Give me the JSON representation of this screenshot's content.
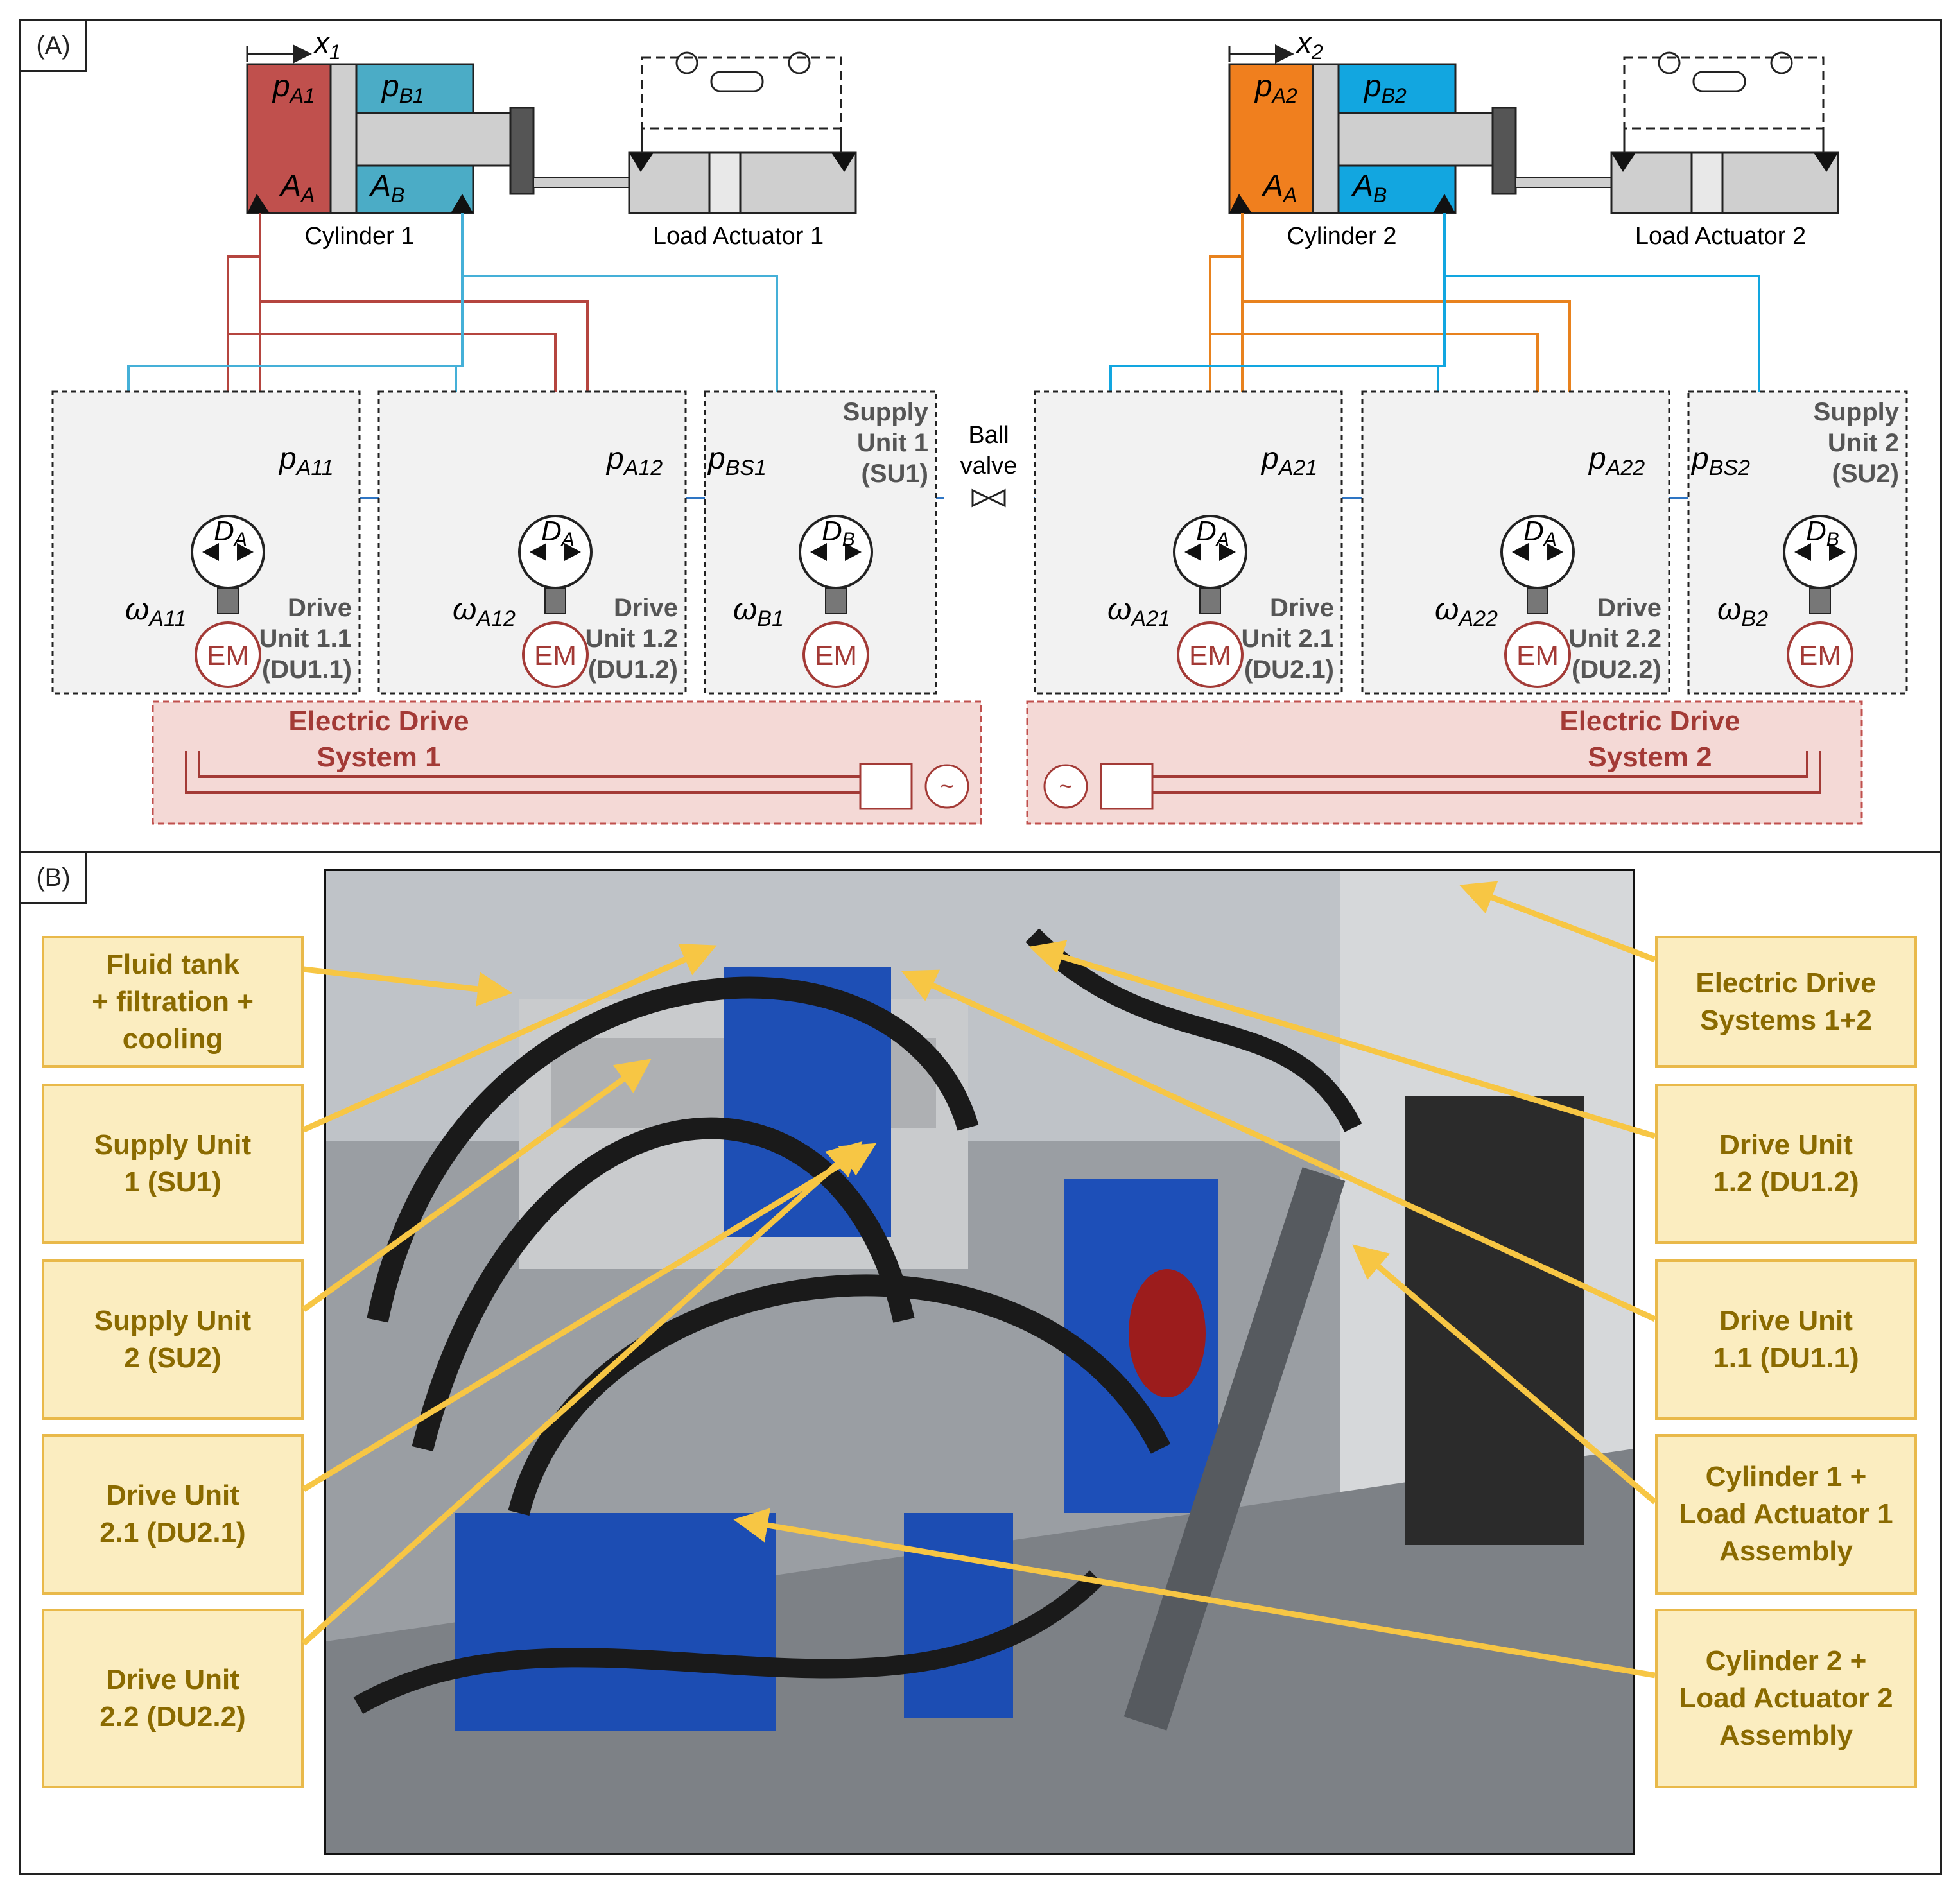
{
  "panels": {
    "a_tag": "(A)",
    "b_tag": "(B)"
  },
  "cylinder1": {
    "x": "x",
    "x_sub": "1",
    "pA": "p",
    "pA_sub": "A1",
    "pB": "p",
    "pB_sub": "B1",
    "AA": "A",
    "AA_sub": "A",
    "AB": "A",
    "AB_sub": "B",
    "label": "Cylinder 1",
    "load_label": "Load Actuator 1"
  },
  "cylinder2": {
    "x": "x",
    "x_sub": "2",
    "pA": "p",
    "pA_sub": "A2",
    "pB": "p",
    "pB_sub": "B2",
    "AA": "A",
    "AA_sub": "A",
    "AB": "A",
    "AB_sub": "B",
    "label": "Cylinder 2",
    "load_label": "Load Actuator 2"
  },
  "units": [
    {
      "p": "p",
      "p_sub": "A11",
      "w": "ω",
      "w_sub": "A11",
      "D": "D",
      "D_sub": "A",
      "name": [
        "Drive",
        "Unit 1.1",
        "(DU1.1)"
      ]
    },
    {
      "p": "p",
      "p_sub": "A12",
      "w": "ω",
      "w_sub": "A12",
      "D": "D",
      "D_sub": "A",
      "name": [
        "Drive",
        "Unit 1.2",
        "(DU1.2)"
      ]
    },
    {
      "p": "p",
      "p_sub": "BS1",
      "w": "ω",
      "w_sub": "B1",
      "D": "D",
      "D_sub": "B",
      "name": [
        "Supply",
        "Unit 1",
        "(SU1)"
      ]
    },
    {
      "p": "p",
      "p_sub": "A21",
      "w": "ω",
      "w_sub": "A21",
      "D": "D",
      "D_sub": "A",
      "name": [
        "Drive",
        "Unit 2.1",
        "(DU2.1)"
      ]
    },
    {
      "p": "p",
      "p_sub": "A22",
      "w": "ω",
      "w_sub": "A22",
      "D": "D",
      "D_sub": "A",
      "name": [
        "Drive",
        "Unit 2.2",
        "(DU2.2)"
      ]
    },
    {
      "p": "p",
      "p_sub": "BS2",
      "w": "ω",
      "w_sub": "B2",
      "D": "D",
      "D_sub": "B",
      "name": [
        "Supply",
        "Unit 2",
        "(SU2)"
      ]
    }
  ],
  "em_label": "EM",
  "ball_valve": [
    "Ball",
    "valve"
  ],
  "eds1": [
    "Electric Drive",
    "System 1"
  ],
  "eds2": [
    "Electric Drive",
    "System 2"
  ],
  "callouts_left": [
    "Fluid tank\n+ filtration +\ncooling",
    "Supply Unit\n1 (SU1)",
    "Supply Unit\n2 (SU2)",
    "Drive Unit\n2.1 (DU2.1)",
    "Drive Unit\n2.2 (DU2.2)"
  ],
  "callouts_right": [
    "Electric Drive\nSystems 1+2",
    "Drive Unit\n1.2 (DU1.2)",
    "Drive Unit\n1.1 (DU1.1)",
    "Cylinder 1 +\nLoad Actuator 1\nAssembly",
    "Cylinder 2 +\nLoad Actuator 2\nAssembly"
  ],
  "colors": {
    "cyl1_a": "#c0504d",
    "cyl1_b": "#4bacc6",
    "cyl2_a": "#f07f1e",
    "cyl2_b": "#12a6e0",
    "line_blue": "#2e75c4",
    "line_cyan": "#45b0d8",
    "line_red": "#b5453f",
    "line_orange": "#e8821e",
    "purple": "#7030a0",
    "magenta": "#cc44cc",
    "gold": "#bf8f00",
    "brown": "#8b4513",
    "em": "#a33a36",
    "callout_fill": "#fbedc0",
    "callout_border": "#e9b94a",
    "callout_text": "#8a6a00"
  }
}
